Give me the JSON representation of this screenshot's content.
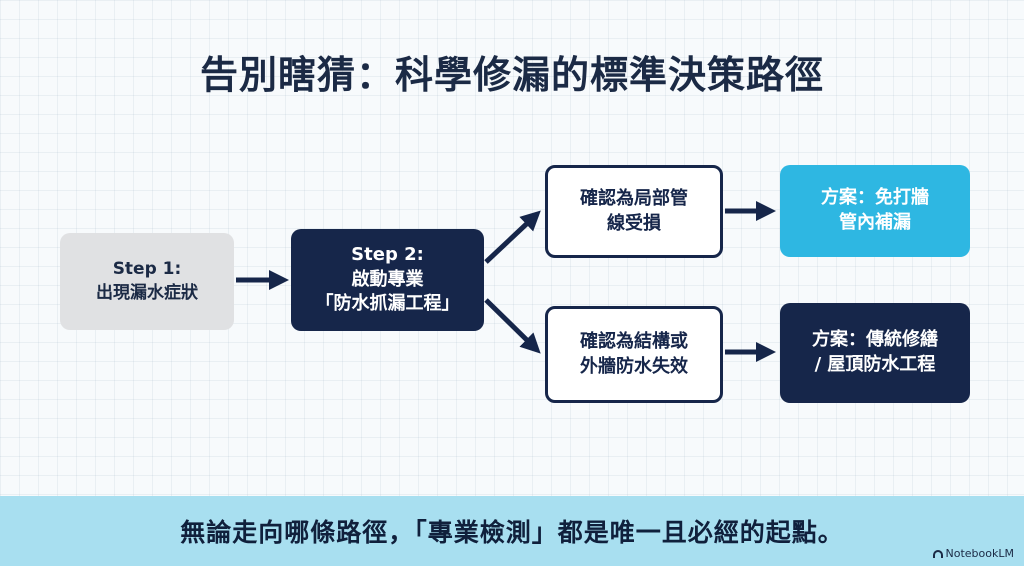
{
  "title": "告別瞎猜：科學修漏的標準決策路徑",
  "flow": {
    "step1": {
      "line1": "Step 1:",
      "line2": "出現漏水症狀"
    },
    "step2": {
      "line1": "Step 2:",
      "line2": "啟動專業",
      "line3": "「防水抓漏工程」"
    },
    "branch_top": {
      "line1": "確認為局部管",
      "line2": "線受損"
    },
    "branch_bottom": {
      "line1": "確認為結構或",
      "line2": "外牆防水失效"
    },
    "solution_top": {
      "line1": "方案：免打牆",
      "line2": "管內補漏"
    },
    "solution_bottom": {
      "line1": "方案：傳統修繕",
      "line2": "/ 屋頂防水工程"
    }
  },
  "banner": {
    "text": "無論走向哪條路徑，「專業檢測」都是唯一且必經的起點。"
  },
  "brand": {
    "name": "NotebookLM"
  },
  "colors": {
    "navy": "#16264a",
    "cyan": "#2eb7e2",
    "gray": "#e0e1e3",
    "banner": "#a8dff0"
  }
}
